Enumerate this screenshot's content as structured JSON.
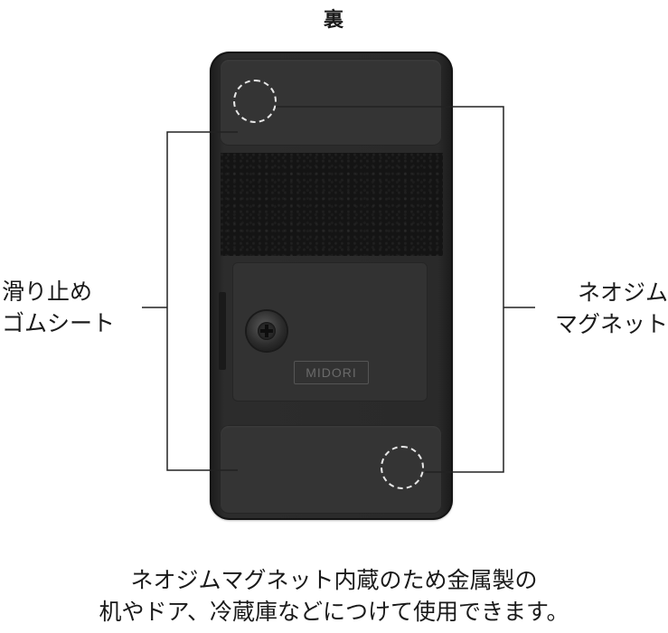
{
  "title": "裏",
  "device": {
    "brand_label": "MIDORI"
  },
  "labels": {
    "left": "滑り止め\nゴムシート",
    "right": "ネオジム\nマグネット"
  },
  "caption": "ネオジムマグネット内蔵のため金属製の\n机やドア、冷蔵庫などにつけて使用できます。",
  "colors": {
    "device_body": "#2a2a2a",
    "rubber_pad": "#343434",
    "velcro": "#141414",
    "magnet_marker": "#e6e6e6",
    "callout_line": "#222222"
  }
}
